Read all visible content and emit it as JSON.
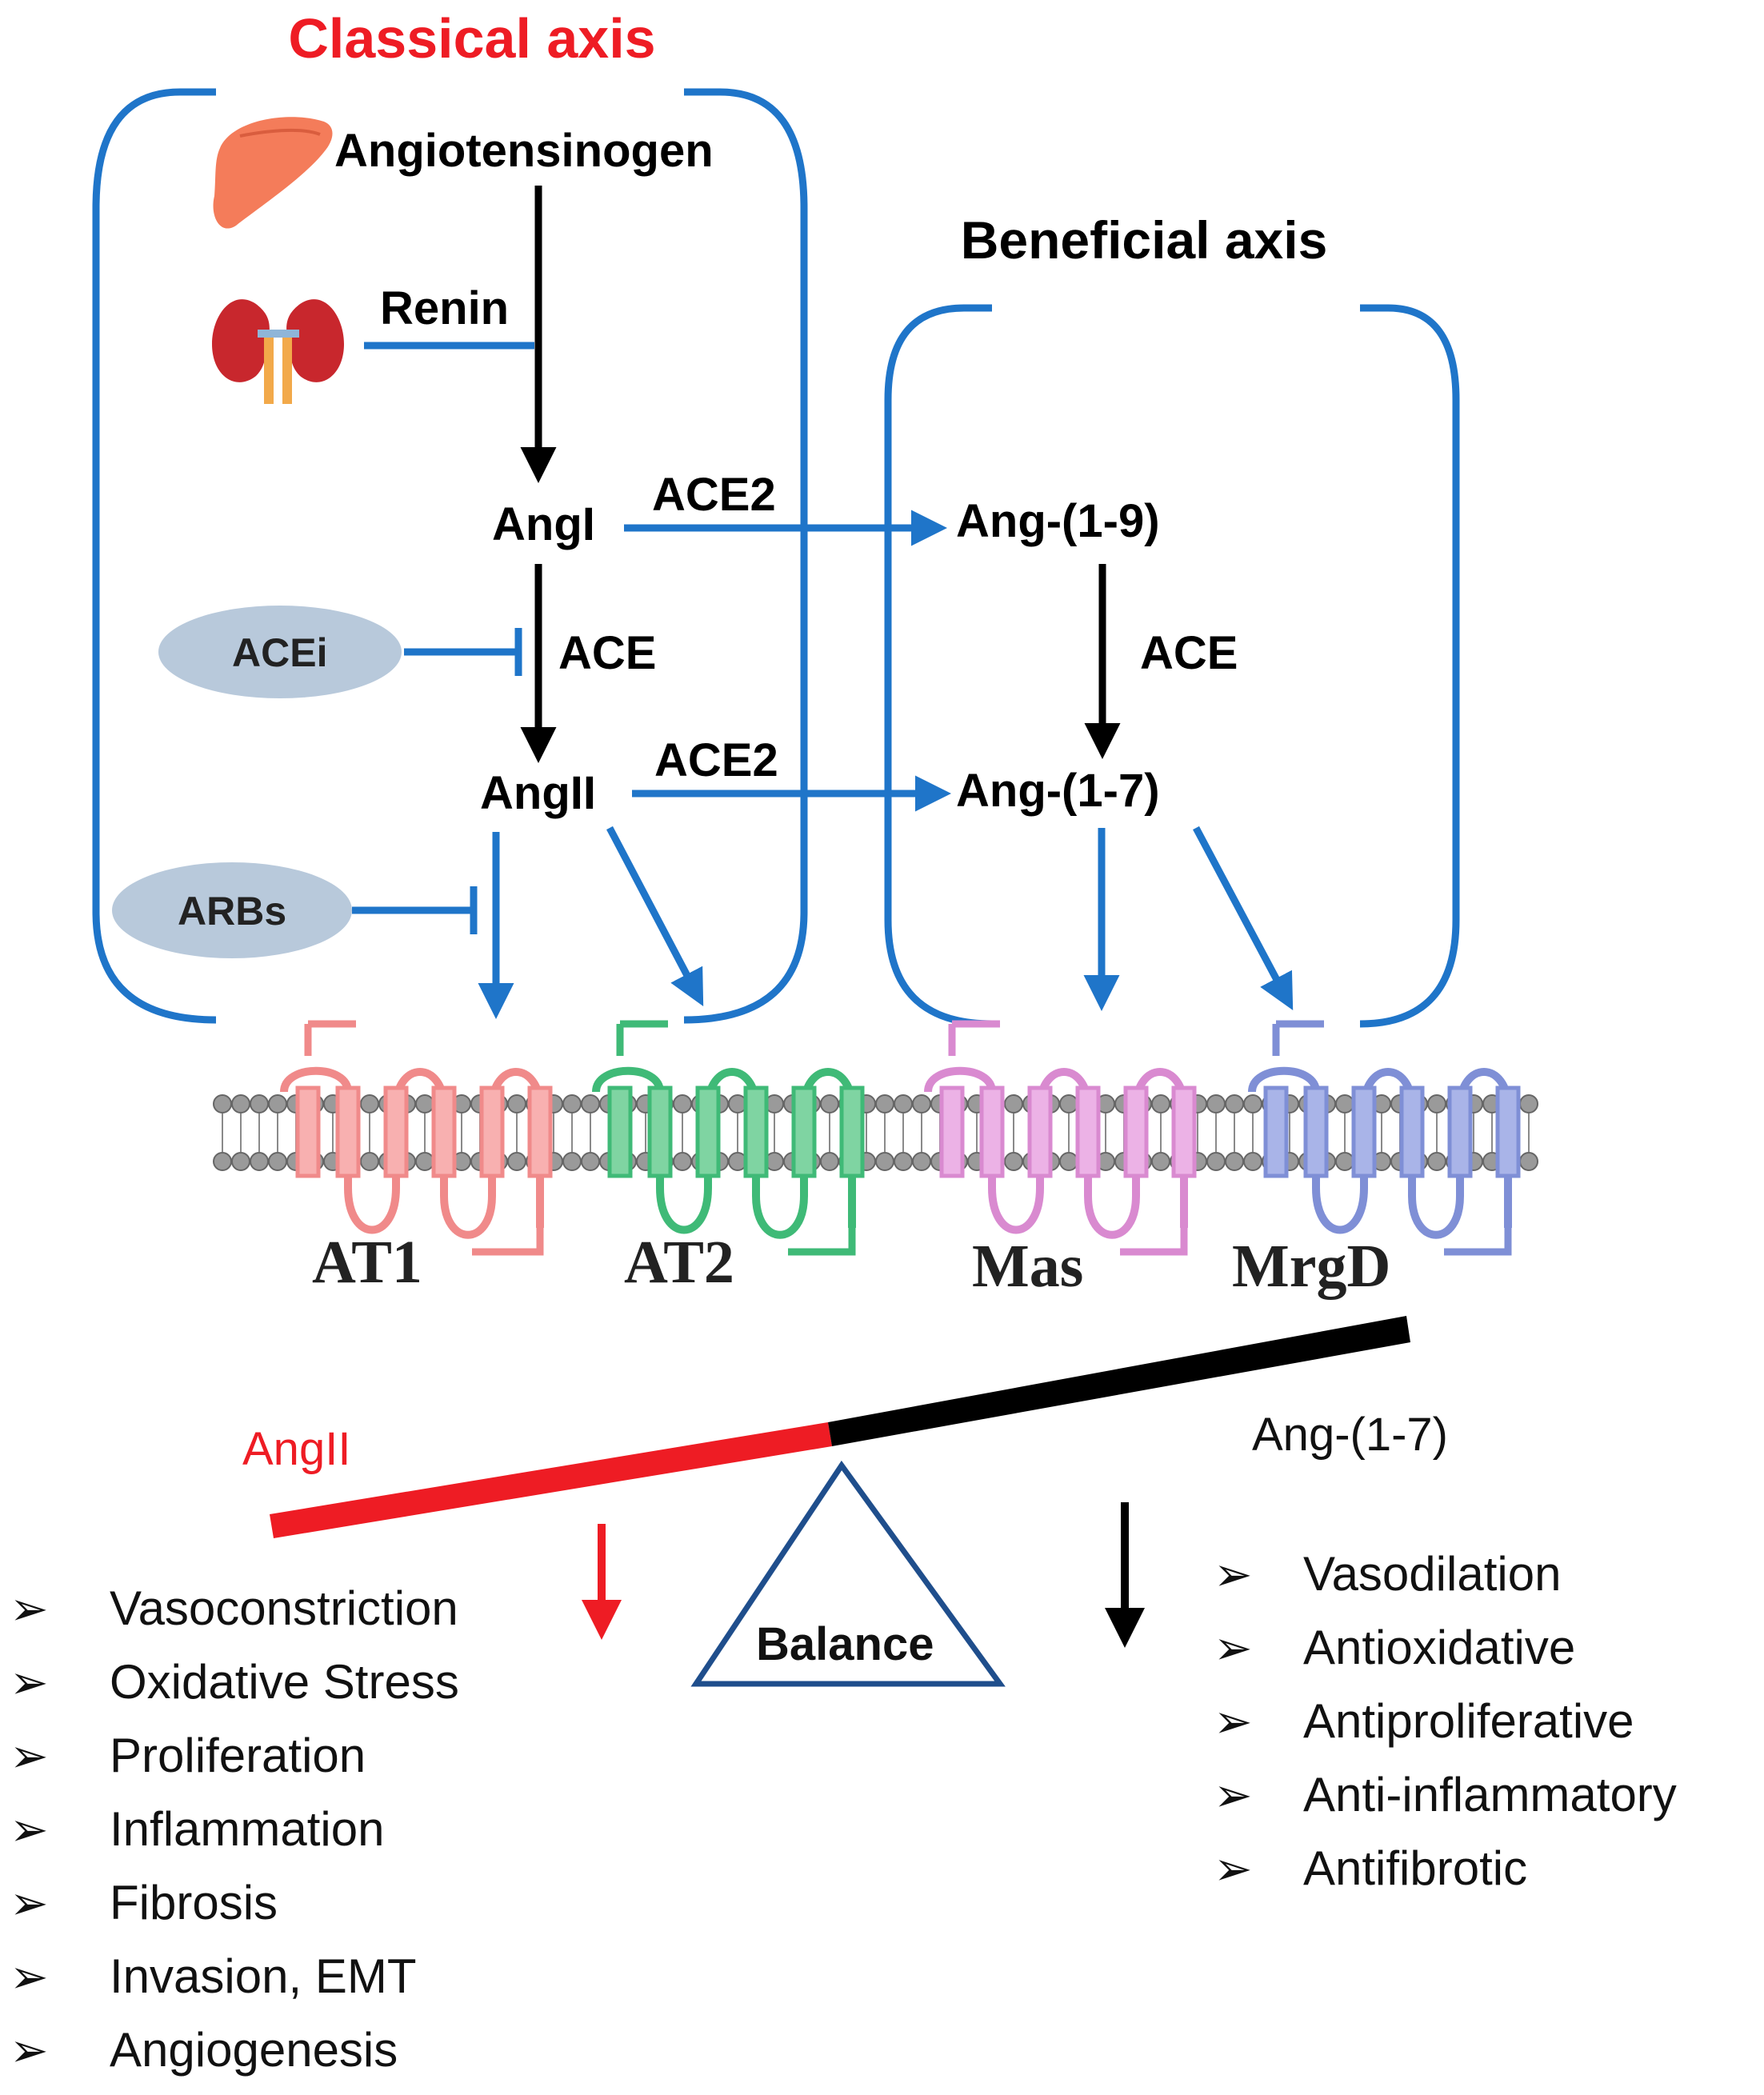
{
  "titles": {
    "classical": "Classical axis",
    "beneficial": "Beneficial axis"
  },
  "nodes": {
    "angiotensinogen": "Angiotensinogen",
    "renin": "Renin",
    "ang1": "AngI",
    "ang2": "AngII",
    "ang19": "Ang-(1-9)",
    "ang17": "Ang-(1-7)"
  },
  "enzymes": {
    "ace2_top": "ACE2",
    "ace2_bottom": "ACE2",
    "ace_left": "ACE",
    "ace_right": "ACE"
  },
  "inhibitors": {
    "acei": "ACEi",
    "arbs": "ARBs"
  },
  "receptors": {
    "at1": "AT1",
    "at2": "AT2",
    "mas": "Mas",
    "mrgd": "MrgD"
  },
  "balance": {
    "left_label": "AngII",
    "right_label": "Ang-(1-7)",
    "center_label": "Balance"
  },
  "effects_left": [
    "Vasoconstriction",
    "Oxidative Stress",
    "Proliferation",
    "Inflammation",
    "Fibrosis",
    "Invasion, EMT",
    "Angiogenesis"
  ],
  "effects_right": [
    "Vasodilation",
    "Antioxidative",
    "Antiproliferative",
    "Anti-inflammatory",
    "Antifibrotic"
  ],
  "bullet_glyph": "➢",
  "colors": {
    "classical_title": "#ee1c24",
    "bracket_blue": "#1f75c9",
    "arrow_black": "#000000",
    "angii_red": "#ee1c24",
    "ellipse_fill": "#b8c9db",
    "at1": "#f08a8a",
    "at2": "#3fba77",
    "mas": "#d98ad0",
    "mrgd": "#7f8fd6",
    "lipid_head": "#9a9a9a",
    "triangle": "#1f4e8c"
  },
  "icons": [
    "liver-icon",
    "kidney-icon",
    "bullet-arrow-icon"
  ]
}
